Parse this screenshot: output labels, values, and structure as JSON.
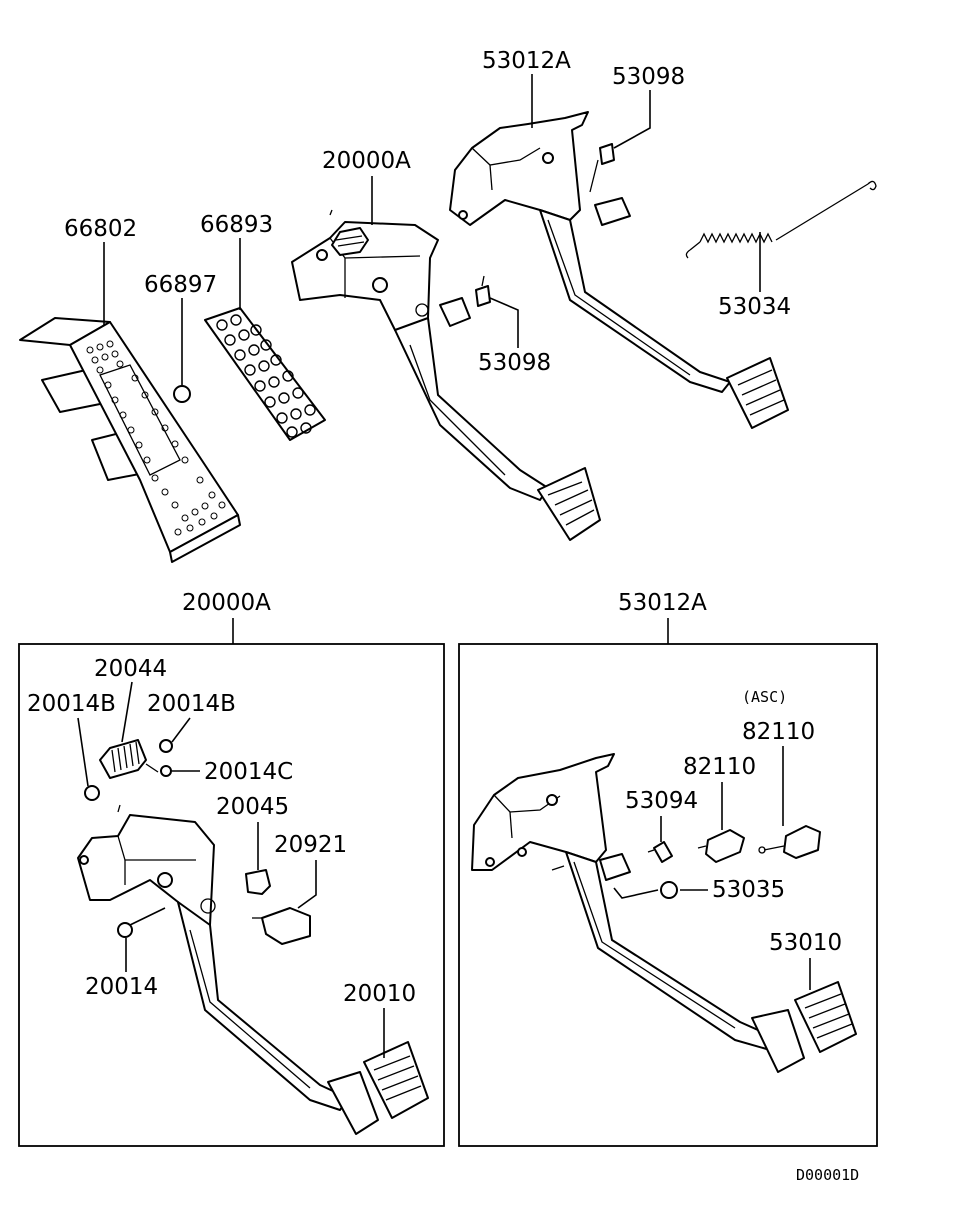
{
  "diagram": {
    "labels": {
      "p53012A_top": "53012A",
      "p53098_top": "53098",
      "p20000A_top": "20000A",
      "p66802": "66802",
      "p66893": "66893",
      "p66897": "66897",
      "p53098_mid": "53098",
      "p53034": "53034",
      "p20000A_box": "20000A",
      "p53012A_box": "53012A",
      "p20044": "20044",
      "p20014B_left": "20014B",
      "p20014B_right": "20014B",
      "p20014C": "20014C",
      "p20045": "20045",
      "p20921": "20921",
      "p20014": "20014",
      "p20010": "20010",
      "asc": "(ASC)",
      "p82110_asc": "82110",
      "p82110": "82110",
      "p53094": "53094",
      "p53035": "53035",
      "p53010": "53010"
    },
    "drawing_code": "D00001D"
  }
}
